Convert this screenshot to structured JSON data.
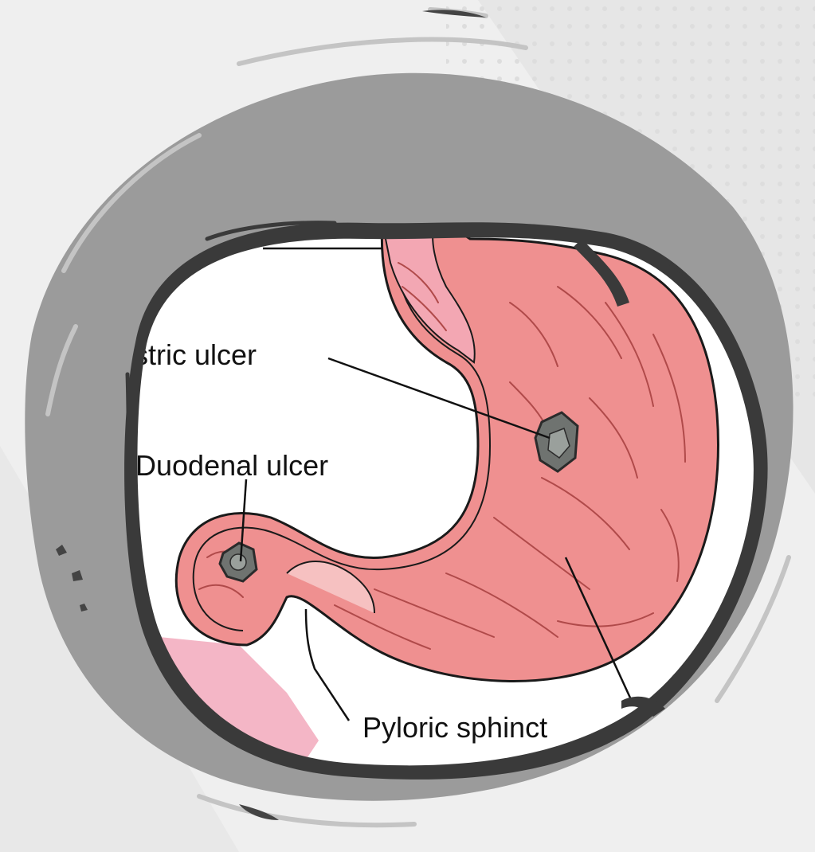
{
  "labels": {
    "gastric_ulcer": "stric ulcer",
    "duodenal_ulcer": "Duodenal ulcer",
    "pyloric_sphincter": "Pyloric sphinct"
  },
  "colors": {
    "background": "#efefef",
    "stomach_fill": "#ef8f8f",
    "stomach_dark": "#d36c6c",
    "esophagus_fill": "#f3a7b3",
    "ulcer": "#6f7370",
    "outline": "#1a1a1a",
    "brush_gray": "#9a9a9a",
    "brush_dark": "#3a3a3a"
  }
}
